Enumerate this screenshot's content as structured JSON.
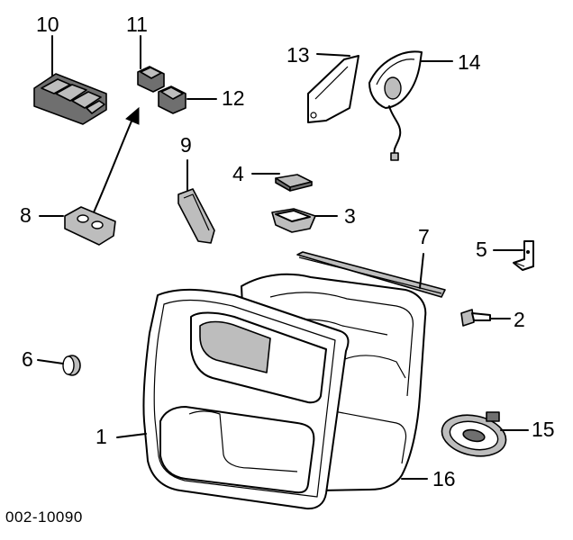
{
  "diagram": {
    "figure_code": "002-10090",
    "callouts": [
      "1",
      "2",
      "3",
      "4",
      "5",
      "6",
      "7",
      "8",
      "9",
      "10",
      "11",
      "12",
      "13",
      "14",
      "15",
      "16"
    ],
    "colors": {
      "line": "#000000",
      "background": "#ffffff",
      "shade": "#bdbdbd",
      "dark_shade": "#6f6f6f"
    }
  }
}
